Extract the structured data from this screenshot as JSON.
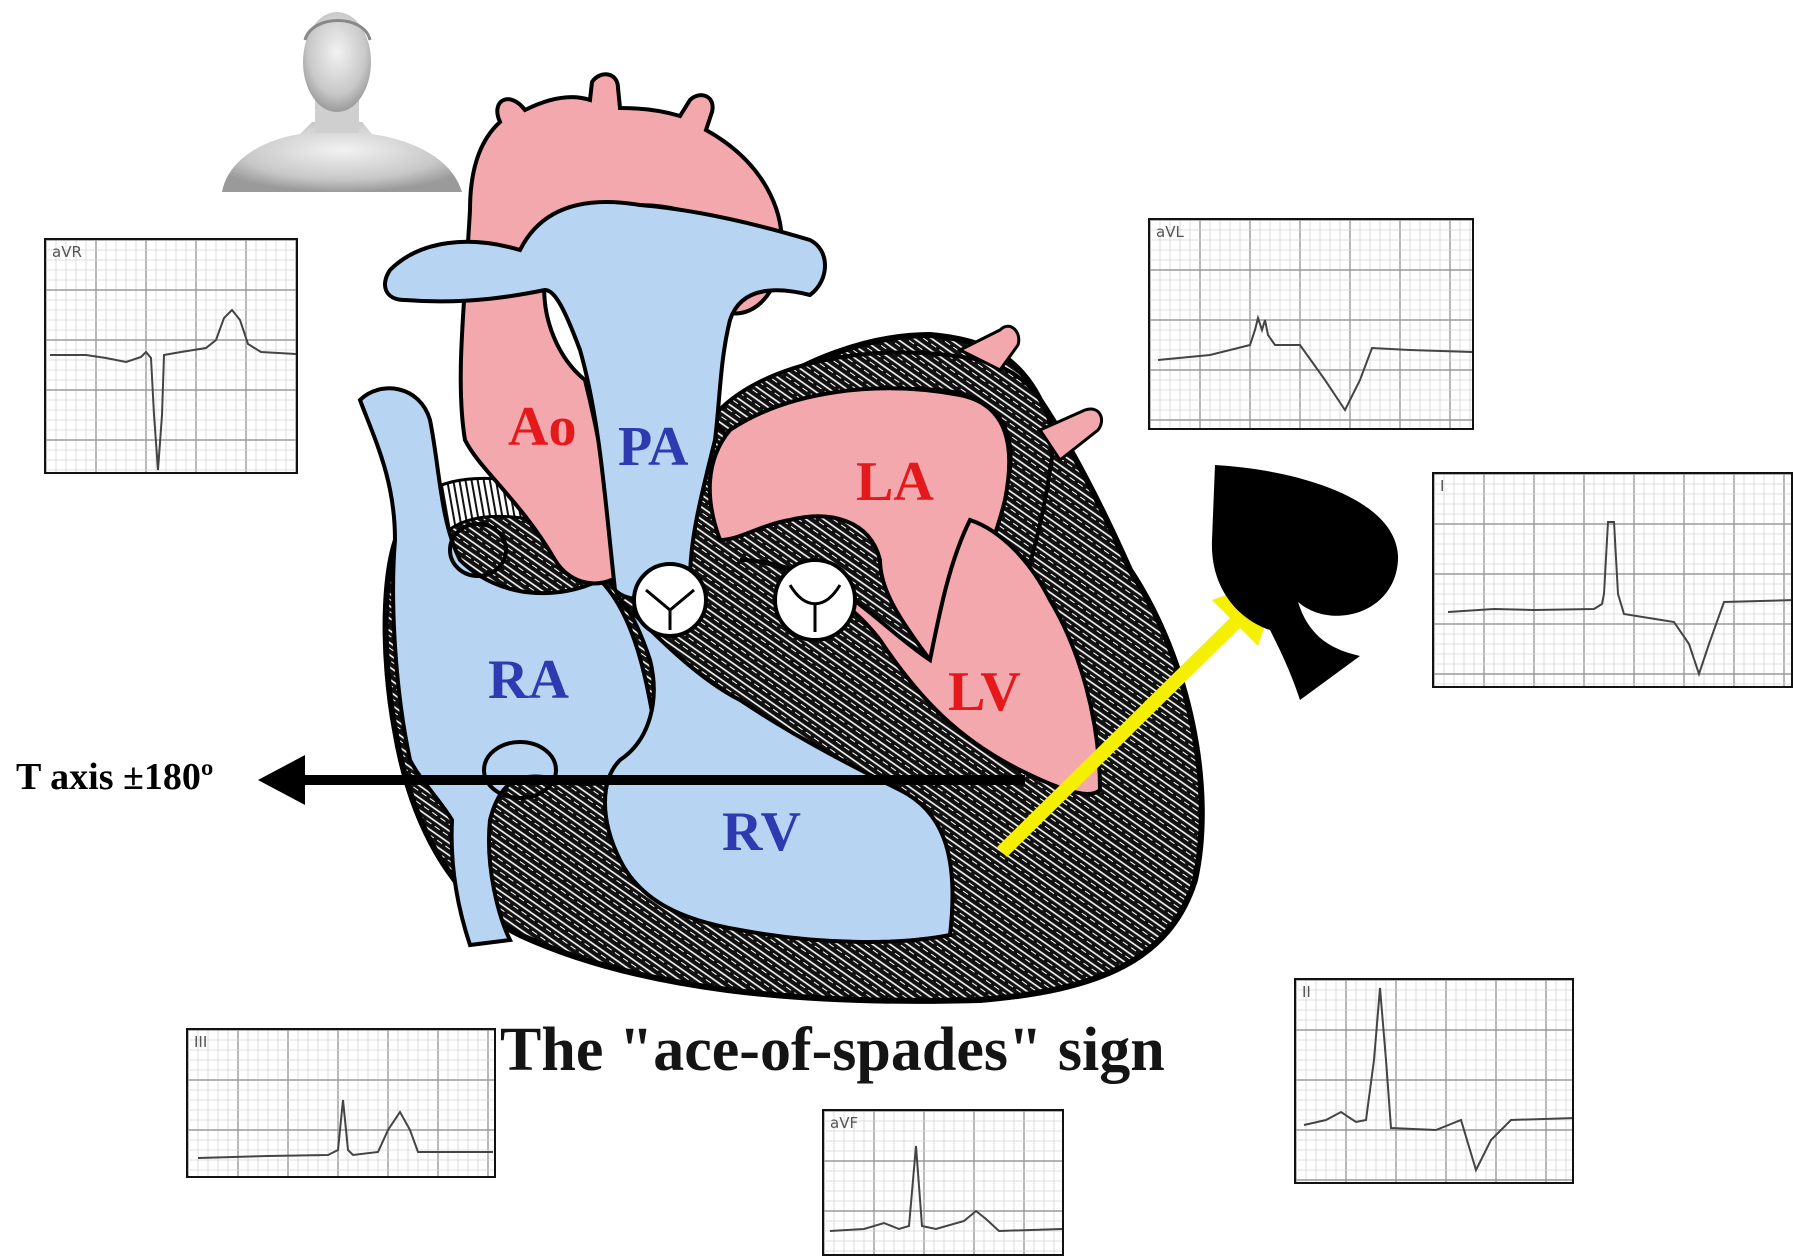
{
  "diagram": {
    "title": "The \"ace-of-spades\" sign",
    "t_axis_label": "T axis ±180º",
    "chambers": {
      "ao": "Ao",
      "pa": "PA",
      "la": "LA",
      "lv": "LV",
      "ra": "RA",
      "rv": "RV"
    },
    "colors": {
      "arterial": "#f2a8ad",
      "venous": "#b7d5f2",
      "left_label": "#e4191b",
      "right_label": "#2d3ab0",
      "yellow_arrow": "#f4f000",
      "black": "#000000"
    },
    "icons": [
      "human-torso-icon",
      "spade-icon"
    ]
  },
  "ecg_leads": {
    "avr": "aVR",
    "avl": "aVL",
    "i": "I",
    "ii": "II",
    "iii": "III",
    "avf": "aVF"
  }
}
